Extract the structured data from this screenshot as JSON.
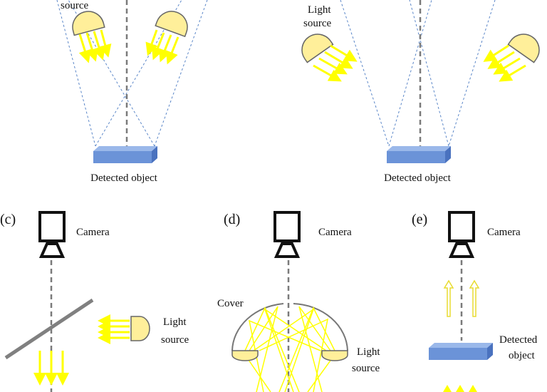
{
  "colors": {
    "light_ray": "#ffff00",
    "light_ray_outline": "#d4c800",
    "lamp_fill": "#ffef9a",
    "lamp_stroke": "#666666",
    "object_fill": "#6b93d8",
    "object_top": "#9ab8ea",
    "object_side": "#4a72bf",
    "field_of_view": "#5a86c8",
    "optical_axis": "#7a7a7a",
    "camera": "#111111",
    "splitter": "#808080"
  },
  "panel_a": {
    "light_label": "source",
    "object_label": "Detected object"
  },
  "panel_b": {
    "light_label_1": "Light",
    "light_label_2": "source",
    "object_label": "Detected object"
  },
  "panel_c": {
    "panel_label": "(c)",
    "camera_label": "Camera",
    "light_label_1": "Light",
    "light_label_2": "source"
  },
  "panel_d": {
    "panel_label": "(d)",
    "camera_label": "Camera",
    "cover_label": "Cover",
    "light_label_1": "Light",
    "light_label_2": "source"
  },
  "panel_e": {
    "panel_label": "(e)",
    "camera_label": "Camera",
    "object_label_1": "Detected",
    "object_label_2": "object"
  },
  "icons": {
    "camera": "camera-icon",
    "lamp": "lamp-icon",
    "light_ray": "arrow-icon",
    "object": "box-icon"
  }
}
